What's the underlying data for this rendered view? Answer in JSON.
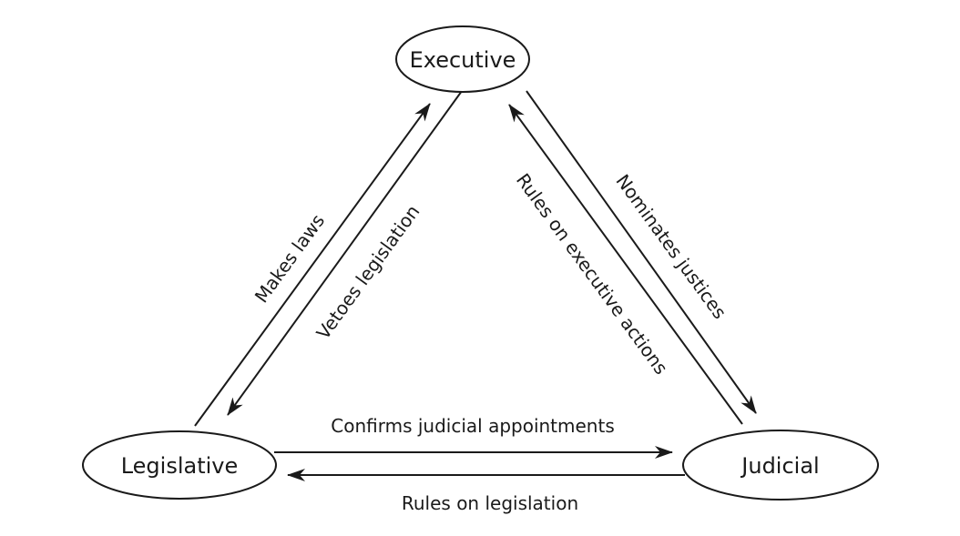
{
  "nodes": {
    "executive": "Executive",
    "legislative": "Legislative",
    "judicial": "Judicial"
  },
  "edges": {
    "makes_laws": "Makes laws",
    "vetoes_legislation": "Vetoes legislation",
    "rules_on_executive_actions": "Rules on executive actions",
    "nominates_justices": "Nominates justices",
    "confirms_judicial_appointments": "Confirms judicial appointments",
    "rules_on_legislation": "Rules on legislation"
  },
  "colors": {
    "stroke": "#1a1a1a",
    "background": "#ffffff"
  }
}
